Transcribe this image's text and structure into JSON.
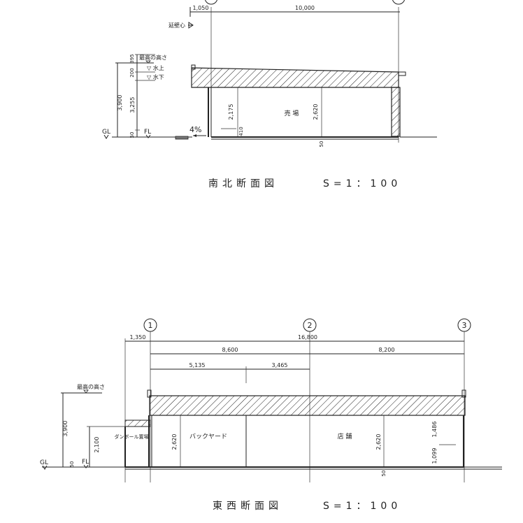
{
  "north_south_section": {
    "title": "南北断面図",
    "scale": "S=1：100",
    "dims": {
      "left": "1,050",
      "span": "10,000",
      "total_height": "3,900",
      "lower_height": "3,255",
      "parapet_200": "200",
      "parapet_395": "395",
      "floor_50": "50",
      "ceiling_2175": "2,175",
      "ceiling_2620": "2,620",
      "step_410": "410",
      "bottom_50": "50"
    },
    "labels": {
      "max_height": "最高の高さ",
      "water_top": "▽ 水上",
      "water_bottom": "▽ 水下",
      "boundary": "延壁心",
      "gl": "GL",
      "fl": "FL",
      "slope": "4%",
      "room": "売 場"
    }
  },
  "east_west_section": {
    "title": "東西断面図",
    "scale": "S=1：100",
    "grid": [
      "1",
      "2",
      "3"
    ],
    "dims": {
      "left": "1,350",
      "total": "16,800",
      "span_a": "8,600",
      "span_b": "8,200",
      "sub_a": "5,135",
      "sub_b": "3,465",
      "total_height": "3,900",
      "h_2100": "2,100",
      "floor_50": "50",
      "ceiling_left": "2,620",
      "ceiling_right": "2,620",
      "h_1486": "1,486",
      "h_1099": "1,099",
      "bottom_50": "50"
    },
    "labels": {
      "max_height": "最高の高さ",
      "gl": "GL",
      "fl": "FL",
      "room_dumpster": "ダンボール置場",
      "room_backyard": "バックヤード",
      "room_store": "店 舗"
    }
  }
}
